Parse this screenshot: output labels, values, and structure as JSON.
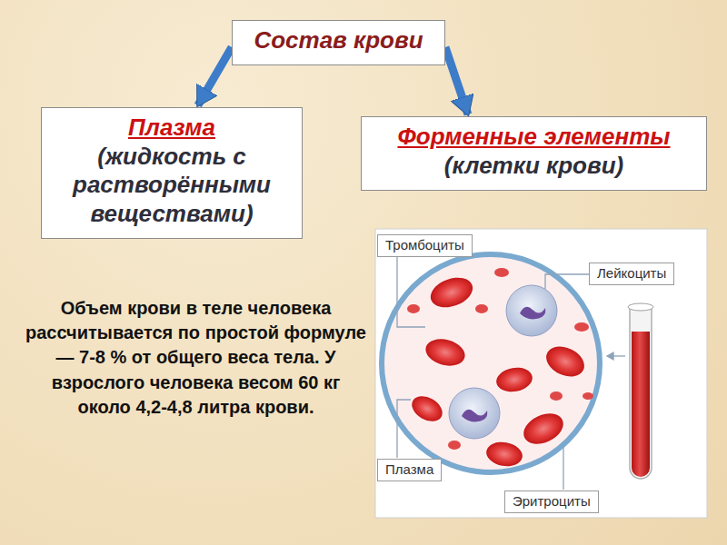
{
  "diagram": {
    "nodes": [
      {
        "text": [
          "Состав крови"
        ]
      },
      {
        "text": [
          "Плазма",
          "(жидкость с растворёнными веществами)"
        ]
      },
      {
        "text": [
          "Форменные элементы",
          "(клетки крови)"
        ]
      },
      {
        "text": [
          "Тромбоциты"
        ]
      },
      {
        "text": [
          "Лейкоциты"
        ]
      },
      {
        "text": [
          "Плазма"
        ]
      },
      {
        "text": [
          "Эритроциты"
        ]
      }
    ],
    "edges": [
      {
        "from": 0,
        "to": 1,
        "arrow": "to"
      },
      {
        "from": 0,
        "to": 2,
        "arrow": "to"
      }
    ],
    "labels": [
      "Объем крови в теле человека рассчитывается по простой формуле — 7-8 % от общего веса тела. У взрослого человека весом 60 кг около 4,2-4,8 литра крови."
    ]
  }
}
